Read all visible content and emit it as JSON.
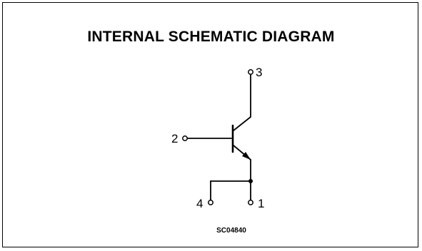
{
  "title": "INTERNAL SCHEMATIC DIAGRAM",
  "pins": {
    "collector": "3",
    "base": "2",
    "emitter": "1",
    "tab": "4"
  },
  "drawing_code": "SC04840",
  "colors": {
    "ink": "#000000",
    "background": "#ffffff"
  }
}
